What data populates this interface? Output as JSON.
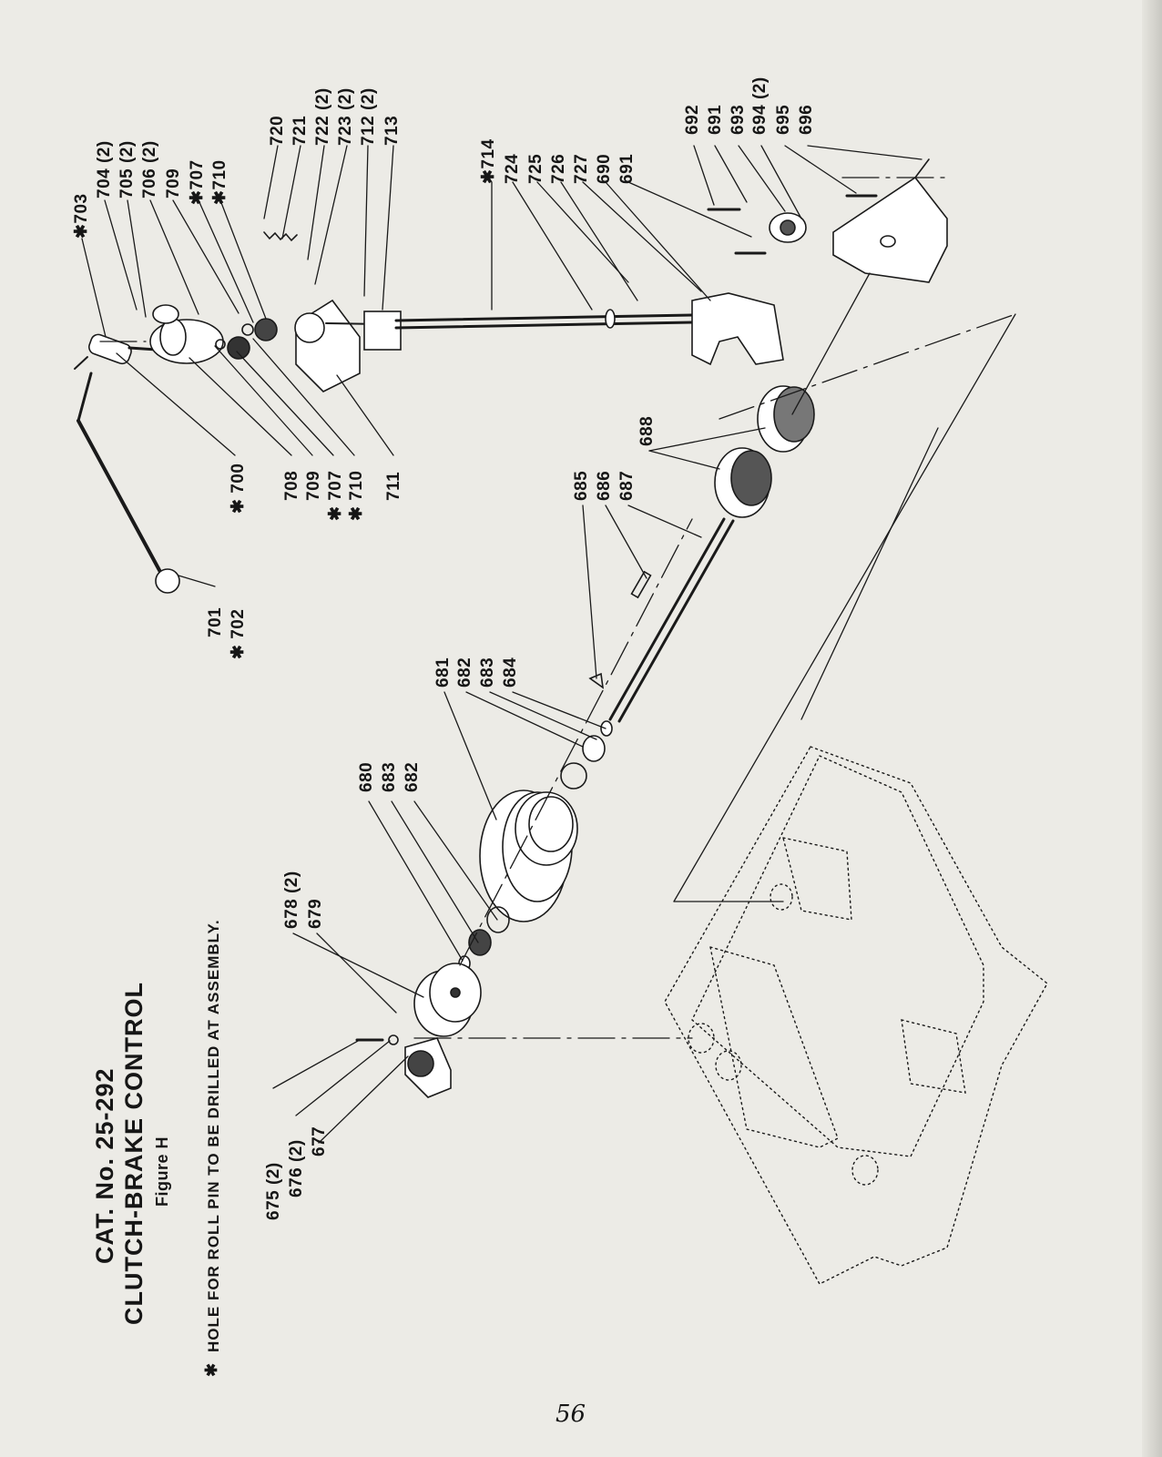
{
  "document": {
    "catalog": "CAT. No. 25-292",
    "title": "CLUTCH-BRAKE CONTROL",
    "figure": "Figure H",
    "footnote_star": "✱",
    "footnote": "HOLE FOR ROLL PIN TO BE DRILLED AT ASSEMBLY.",
    "page_number": "56"
  },
  "callouts": [
    "675 (2)",
    "676 (2)",
    "677",
    "678 (2)",
    "679",
    "680",
    "683",
    "682",
    "681",
    "682",
    "683",
    "684",
    "685",
    "686",
    "687",
    "688",
    "701",
    "✱ 702",
    "✱ 700",
    "708",
    "709",
    "✱ 707",
    "✱ 710",
    "711",
    "✱703",
    "704 (2)",
    "705 (2)",
    "706 (2)",
    "709",
    "✱707",
    "✱710",
    "720",
    "721",
    "722 (2)",
    "723 (2)",
    "712 (2)",
    "713",
    "✱714",
    "724",
    "725",
    "726",
    "727",
    "690",
    "691",
    "692",
    "691",
    "693",
    "694 (2)",
    "695",
    "696"
  ],
  "colors": {
    "paper": "#ecebe6",
    "ink": "#161616"
  }
}
